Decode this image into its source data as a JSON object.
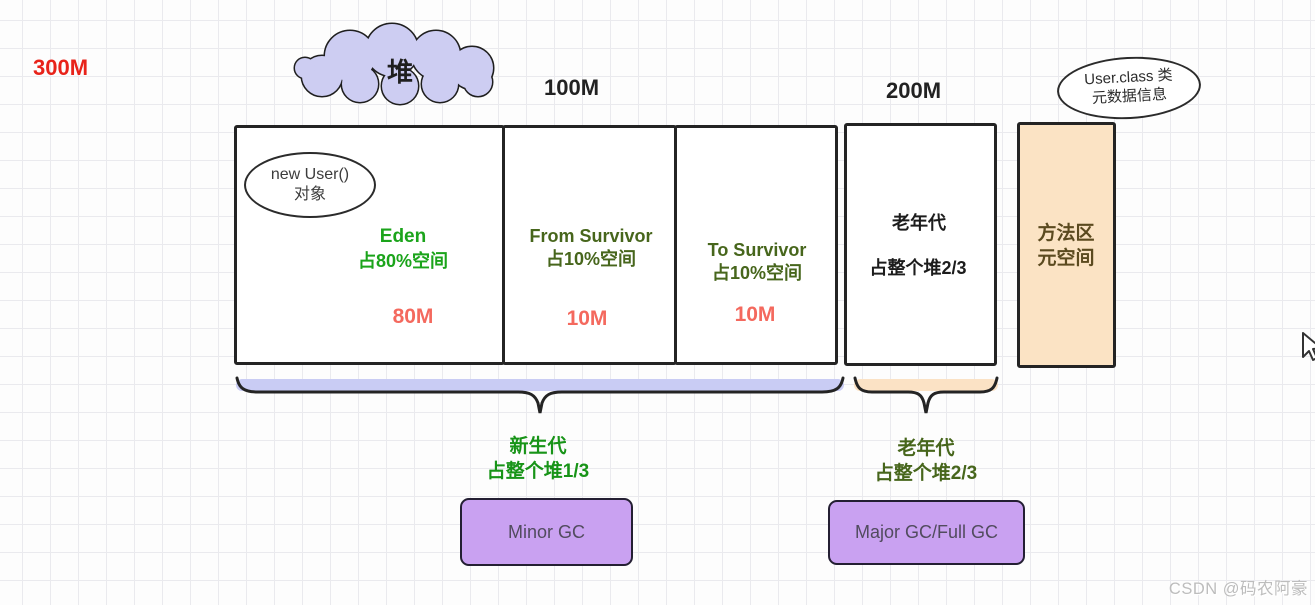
{
  "labels": {
    "total_size": "300M",
    "young_size": "100M",
    "old_size": "200M"
  },
  "heap_cloud": {
    "label": "堆"
  },
  "metadata_ellipse": {
    "line1": "User.class 类",
    "line2": "元数据信息"
  },
  "boxes": {
    "eden": {
      "object_ellipse": {
        "line1": "new User()",
        "line2": "对象"
      },
      "title": "Eden",
      "subtitle": "占80%空间",
      "size": "80M"
    },
    "from_survivor": {
      "title": "From Survivor",
      "subtitle": "占10%空间",
      "size": "10M"
    },
    "to_survivor": {
      "title": "To Survivor",
      "subtitle": "占10%空间",
      "size": "10M"
    },
    "old_gen": {
      "title": "老年代",
      "subtitle": "占整个堆2/3"
    },
    "method_area": {
      "line1": "方法区",
      "line2": "元空间"
    }
  },
  "braces": {
    "young": {
      "line1": "新生代",
      "line2": "占整个堆1/3"
    },
    "old": {
      "line1": "老年代",
      "line2": "占整个堆2/3"
    }
  },
  "gc_buttons": {
    "minor": "Minor GC",
    "major": "Major GC/Full GC"
  },
  "watermark": "CSDN @码农阿豪",
  "colors": {
    "red": "#e8231a",
    "bright_green": "#1ba41b",
    "dark_green": "#47661c",
    "salmon_red": "#f4695e",
    "cloud_lavender": "#cdcdf2",
    "brace_lavender": "#c9ccf4",
    "brace_peach": "#fbe2c5",
    "method_area_peach": "#fbe3c4",
    "gc_button_purple": "#c9a1f1"
  }
}
